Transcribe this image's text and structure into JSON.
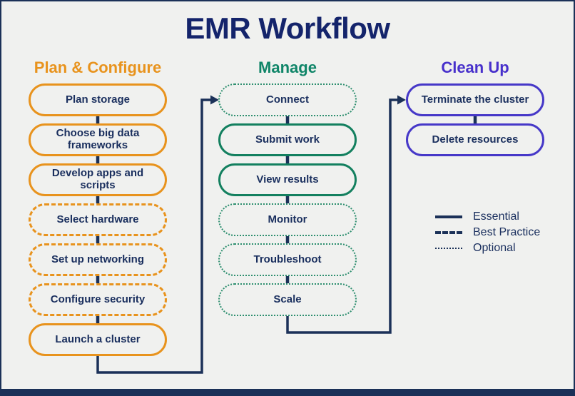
{
  "title": "EMR Workflow",
  "colors": {
    "background": "#f0f1ef",
    "navy": "#1b3158",
    "title_navy": "#14246b",
    "text_navy": "#1a2f5e",
    "orange": "#e8931d",
    "teal": "#13805f",
    "purple": "#4638c8"
  },
  "columns": [
    {
      "heading": "Plan & Configure",
      "accent": "orange",
      "items": [
        {
          "label": "Plan storage",
          "style": "essential"
        },
        {
          "label": "Choose big data frameworks",
          "style": "essential"
        },
        {
          "label": "Develop apps and scripts",
          "style": "essential"
        },
        {
          "label": "Select hardware",
          "style": "best-practice"
        },
        {
          "label": "Set up networking",
          "style": "best-practice"
        },
        {
          "label": "Configure security",
          "style": "best-practice"
        },
        {
          "label": "Launch a cluster",
          "style": "essential"
        }
      ]
    },
    {
      "heading": "Manage",
      "accent": "teal",
      "items": [
        {
          "label": "Connect",
          "style": "optional"
        },
        {
          "label": "Submit work",
          "style": "essential"
        },
        {
          "label": "View results",
          "style": "essential"
        },
        {
          "label": "Monitor",
          "style": "optional"
        },
        {
          "label": "Troubleshoot",
          "style": "optional"
        },
        {
          "label": "Scale",
          "style": "optional"
        }
      ]
    },
    {
      "heading": "Clean Up",
      "accent": "purple",
      "items": [
        {
          "label": "Terminate the cluster",
          "style": "essential"
        },
        {
          "label": "Delete resources",
          "style": "essential"
        }
      ]
    }
  ],
  "legend": {
    "items": [
      {
        "label": "Essential",
        "style": "solid"
      },
      {
        "label": "Best Practice",
        "style": "dashed"
      },
      {
        "label": "Optional",
        "style": "dotted"
      }
    ]
  }
}
